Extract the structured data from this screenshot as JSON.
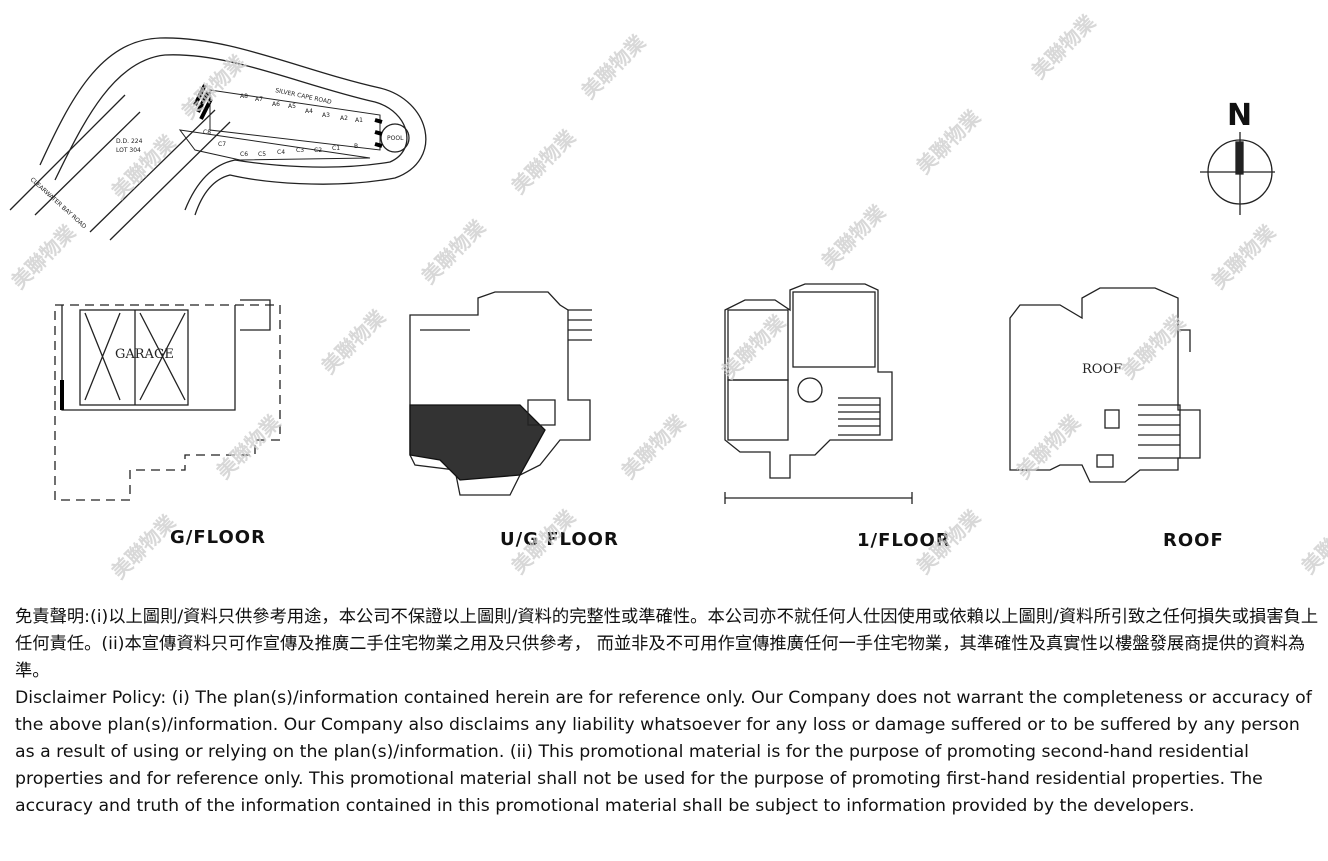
{
  "site_plan": {
    "road_top": "SILVER CAPE ROAD",
    "road_left": "CLEARWATER BAY ROAD",
    "lot_line1": "D.D. 224",
    "lot_line2": "LOT 304",
    "pool": "POOL",
    "units": [
      "A8",
      "A7",
      "A6",
      "A5",
      "A4",
      "A3",
      "A2",
      "A1",
      "C8",
      "C7",
      "C6",
      "C5",
      "C4",
      "C3",
      "C2",
      "C1",
      "B"
    ]
  },
  "compass": {
    "north": "N"
  },
  "floors": [
    {
      "label": "G/FLOOR",
      "room": "GARAGE"
    },
    {
      "label": "U/G FLOOR"
    },
    {
      "label": "1/FLOOR"
    },
    {
      "label": "ROOF",
      "room": "ROOF"
    }
  ],
  "watermark": "美聯物業",
  "disclaimer": {
    "zh": "免責聲明:(i)以上圖則/資料只供參考用途，本公司不保證以上圖則/資料的完整性或準確性。本公司亦不就任何人仕因使用或依賴以上圖則/資料所引致之任何損失或損害負上任何責任。(ii)本宣傳資料只可作宣傳及推廣二手住宅物業之用及只供參考， 而並非及不可用作宣傳推廣任何一手住宅物業，其準確性及真實性以樓盤發展商提供的資料為準。",
    "en": "Disclaimer Policy: (i) The plan(s)/information contained herein are for reference only. Our Company does not warrant the completeness or accuracy of the above plan(s)/information. Our Company also disclaims any liability whatsoever for any loss or damage suffered or to be suffered by any person as a result of using or relying on the plan(s)/information. (ii) This promotional material is for the purpose of promoting second-hand residential properties and for reference only. This promotional material shall not be used for the purpose of promoting first-hand residential properties. The accuracy and truth of the information contained in this promotional material shall be subject to information provided by the developers."
  }
}
